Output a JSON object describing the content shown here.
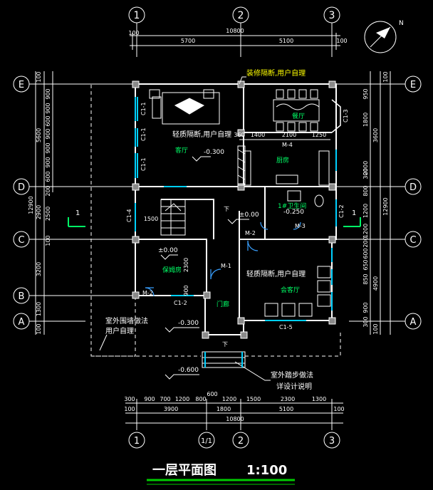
{
  "title": "一层平面图",
  "scale": "1:100",
  "north_label": "N",
  "axes": {
    "top": [
      "1",
      "2",
      "3"
    ],
    "bottom": [
      "1",
      "1/1",
      "2",
      "3"
    ],
    "left": [
      "E",
      "D",
      "C",
      "B",
      "A"
    ],
    "right": [
      "E",
      "D",
      "C",
      "A"
    ]
  },
  "dims": {
    "top_total": "10800",
    "top_left_ext": "100",
    "top_right_ext": "100",
    "top_segments": [
      "5700",
      "5100"
    ],
    "bottom_total": "10800",
    "bottom_row1": [
      "300",
      "900",
      "700",
      "1200",
      "800",
      "600",
      "1200",
      "1500",
      "2300",
      "1300"
    ],
    "bottom_row2_ends": [
      "100",
      "100"
    ],
    "bottom_row2": [
      "3900",
      "1800",
      "5100"
    ],
    "left_outer": [
      "100",
      "5600",
      "12900",
      "2900",
      "3200",
      "1300",
      "100"
    ],
    "left_inner": [
      "900",
      "900",
      "600",
      "900",
      "900",
      "900",
      "600",
      "200",
      "2500",
      "100"
    ],
    "right_top_ext": "100",
    "right_outer": [
      "950",
      "1800",
      "3600",
      "2000",
      "12900",
      "4900",
      "100"
    ],
    "right_inner": [
      "300",
      "800",
      "1200",
      "1200",
      "200",
      "600",
      "650",
      "850",
      "900",
      "300"
    ]
  },
  "rooms": {
    "living": "客厅",
    "dining": "餐厅",
    "kitchen": "厨房",
    "bath": "1#卫生间",
    "guest": "会客厅",
    "nanny": "保姆房",
    "hall": "门廊"
  },
  "notes": {
    "deco_partition": "装修隔断,用户自理",
    "light_partition_1": "轻质隔断,用户自理",
    "light_partition_2": "轻质隔断,用户自理",
    "yard_wall_1": "室外围墙做法",
    "yard_wall_2": "用户自理",
    "step_1": "室外踏步做法",
    "step_2": "详设计说明"
  },
  "elevations": [
    "-0.300",
    "±0.00",
    "-0.250",
    "±0.00",
    "-0.300",
    "-0.600"
  ],
  "dims_interior": [
    "360",
    "1400",
    "2100",
    "1250",
    "1500",
    "2300",
    "900"
  ],
  "tags": {
    "c1": "C1-1",
    "c1b": "C1-1",
    "c1c": "C1-1",
    "c2": "C1-2",
    "c2b": "C1-2",
    "c3": "C1-3",
    "c4": "C1-4",
    "c5": "C1-5",
    "m1": "M-1",
    "m2": "M-2",
    "m2b": "M-2",
    "m3": "M-3",
    "m4": "M-4",
    "sec1": "1",
    "sec2": "1",
    "up": "下",
    "up2": "下"
  },
  "colors": {
    "line": "#ffffff",
    "text": "#ffffff",
    "accent": "#00c8c8",
    "window": "#00d0ff",
    "door": "#3aa0ff",
    "grey": "#8a8a8a",
    "green": "#00ff66",
    "yellow": "#ffff00",
    "underline": "#00cc00"
  }
}
